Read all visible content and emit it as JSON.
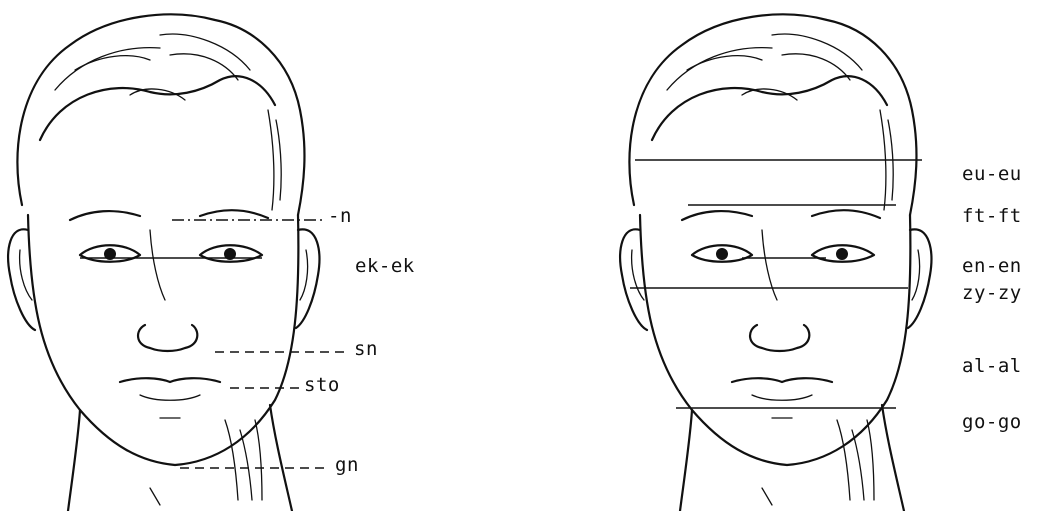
{
  "left_figure": {
    "landmark_labels": {
      "n": "-n",
      "ek": "ek-ek",
      "sn": "sn",
      "sto": "sto",
      "gn": "gn"
    }
  },
  "right_figure": {
    "measurement_labels": {
      "eu": "eu-eu",
      "ft": "ft-ft",
      "en": "en-en",
      "zy": "zy-zy",
      "al": "al-al",
      "go": "go-go"
    }
  }
}
